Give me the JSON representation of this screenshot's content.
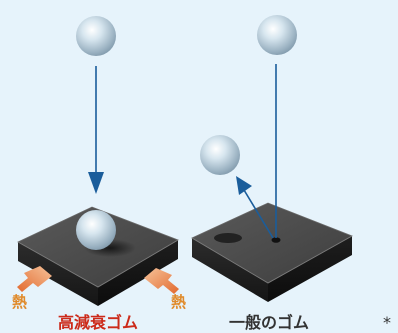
{
  "colors": {
    "background": "#e6f3fb",
    "arrow": "#1a5d9b",
    "high_damping_label": "#cc2a1a",
    "heat": "#e08a2a",
    "general_label": "#333333",
    "rubber_top": "#4e4e4e",
    "rubber_side": "#202020"
  },
  "left_panel": {
    "label": "高減衰ゴム",
    "heat_left": "熱",
    "heat_right": "熱",
    "ball_motion": "falls and stops on rubber"
  },
  "right_panel": {
    "label": "一般のゴム",
    "ball_motion": "falls and bounces back up"
  },
  "note_mark": "*"
}
